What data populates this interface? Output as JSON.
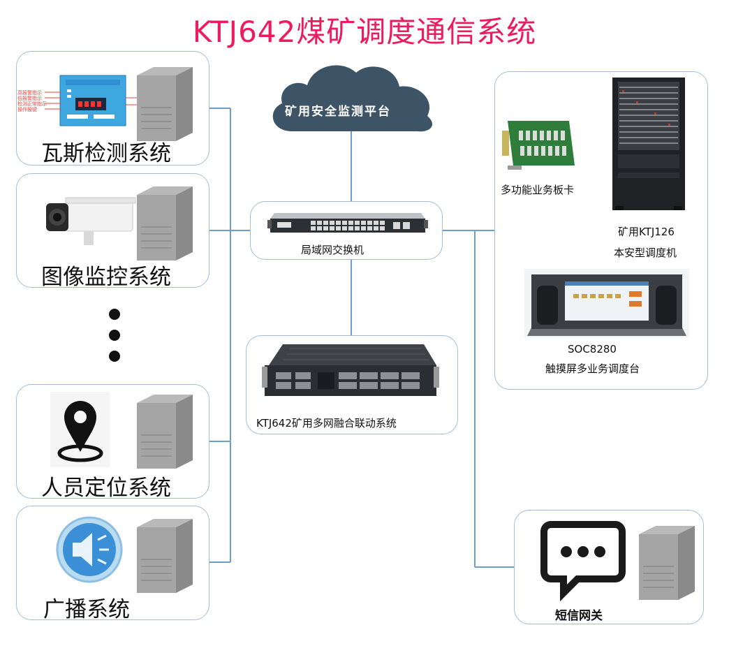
{
  "title": "KTJ642煤矿调度通信系统",
  "cloud": {
    "label": "矿用安全监测平台"
  },
  "switch": {
    "label": "局域网交换机"
  },
  "core_server": {
    "label": "KTJ642矿用多网融合联动系统"
  },
  "left_systems": [
    {
      "label": "瓦斯检测系统"
    },
    {
      "label": "图像监控系统"
    },
    {
      "label": "人员定位系统"
    },
    {
      "label": "广播系统"
    }
  ],
  "right_devices": {
    "card": {
      "label": "多功能业务板卡"
    },
    "dispatcher_line1": "矿用KTJ126",
    "dispatcher_line2": "本安型调度机",
    "console_line1": "SOC8280",
    "console_line2": "触摸屏多业务调度台"
  },
  "sms_gateway": {
    "label": "短信网关"
  },
  "colors": {
    "title": "#ee1a5e",
    "box_border": "#a7bcd6",
    "connector": "#6e9ccc",
    "cloud": "#3d5466"
  },
  "gas_panel": {
    "labels": [
      "高报警指示",
      "低报警指示",
      "检测正常指示",
      "操作按键"
    ]
  }
}
